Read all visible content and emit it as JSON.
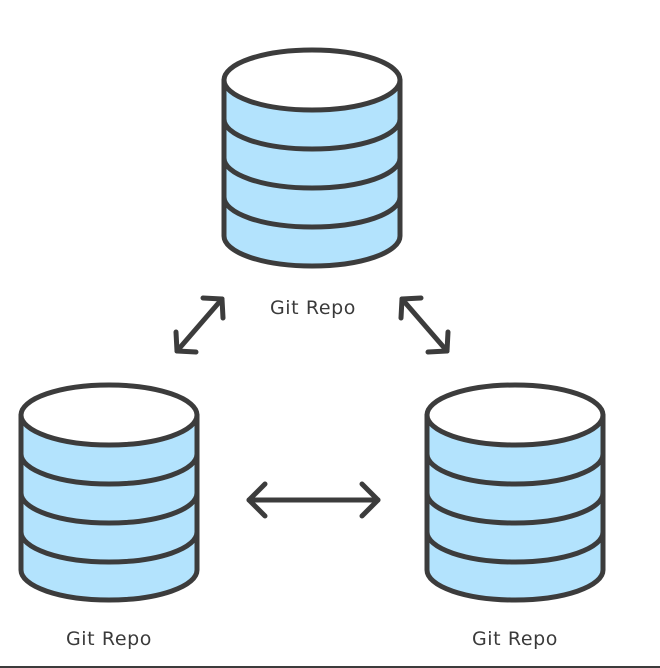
{
  "diagram": {
    "nodes": [
      {
        "id": "top",
        "label": "Git Repo",
        "icon": "database-icon"
      },
      {
        "id": "left",
        "label": "Git Repo",
        "icon": "database-icon"
      },
      {
        "id": "right",
        "label": "Git Repo",
        "icon": "database-icon"
      }
    ],
    "edges": [
      {
        "from": "top",
        "to": "left",
        "direction": "bidirectional",
        "icon": "double-arrow-icon"
      },
      {
        "from": "top",
        "to": "right",
        "direction": "bidirectional",
        "icon": "double-arrow-icon"
      },
      {
        "from": "left",
        "to": "right",
        "direction": "bidirectional",
        "icon": "double-arrow-icon"
      }
    ],
    "colors": {
      "cylinder_fill": "#b3e3fd",
      "cylinder_top": "#ffffff",
      "outline": "#3c3c3c",
      "label": "#3a3a3a",
      "background": "#ffffff"
    }
  }
}
